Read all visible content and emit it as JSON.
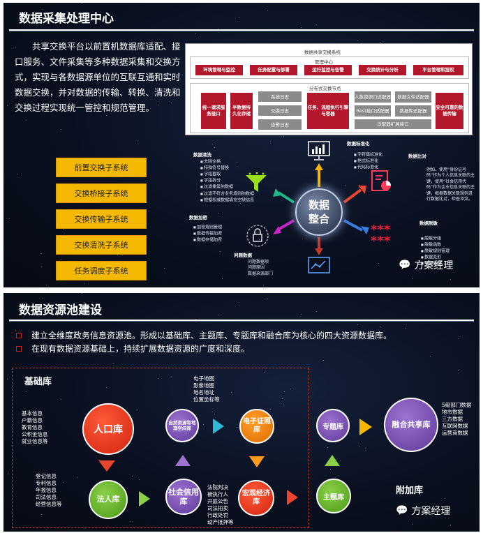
{
  "slide1": {
    "title": "数据采集处理中心",
    "paragraph": "共享交换平台以前置机数据库适配、接口服务、文件采集等多种数据采集和交换方式，实现与各数据源单位的互联互通和实时数据交换，并对数据的传输、转换、清洗和交换过程实现统一管控和规范管理。",
    "subsystems": [
      "前置交换子系统",
      "交换桥接子系统",
      "交换传输子系统",
      "交换清洗子系统",
      "任务调度子系统"
    ],
    "architecture": {
      "title": "数据共享交换系统",
      "mgmt_label": "管理中心",
      "mgmt_boxes": [
        "环境管理与监控",
        "任务配置与部署",
        "运行监控与告警",
        "交换统计与分析",
        "平台管理和授权"
      ],
      "dist_label": "分布式交换节点",
      "left_box": "统一请求服务接口",
      "second_box": "半数据持久化存储",
      "gray_col1": [
        "系统日志",
        "交换日志",
        "告警日志"
      ],
      "center_box": "任务、流程执行引擎与容器",
      "gray_col2": [
        "人数资源口适配器",
        "Rest接口适配器"
      ],
      "gray_col3": [
        "数据文件适配器",
        "数据库适配器"
      ],
      "bottom_gray": "适配器扩展接口",
      "right_box": "安全可靠的数据传输"
    },
    "integration": {
      "hub_line1": "数据",
      "hub_line2": "整合",
      "clean": {
        "title": "数据清洗",
        "items": [
          "去除空格",
          "特殊符号替换",
          "字段截取",
          "字段拆分",
          "过滤重复的数据",
          "过滤不符合业务规则的数据",
          "根据权威数据填充空缺信息"
        ]
      },
      "standard": {
        "title": "数据标准化",
        "items": [
          "字符集标准化",
          "格式标准化",
          "代码标准化"
        ]
      },
      "compare": {
        "title": "数据比对",
        "text": "例如、使用“身份证号码”作为个人信息关联的主键，使用“社会信用代码”作为企业信息关联的主键，根据数据关联规则进行数据比对，检查冲突。"
      },
      "encrypt": {
        "title": "数据加密",
        "items": [
          "加密规则管理",
          "数据传输加密",
          "数据存储加密"
        ]
      },
      "desens": {
        "title": "数据脱敏",
        "items": [
          "脱敏分级",
          "脱敏函数",
          "脱敏规则管理",
          "数据变形",
          "字段屏蔽"
        ]
      },
      "problem": {
        "title": "问题数据",
        "items": [
          "问题数据项",
          "问题原因",
          "数据来源部门"
        ]
      },
      "mask_symbol": "***"
    },
    "watermark": "方案经理"
  },
  "slide2": {
    "title": "数据资源池建设",
    "bullets": [
      "建立全维度政务信息资源池。形成以基础库、主题库、专题库和融合库为核心的四大资源数据库。",
      "在现有数据资源基础上，持续扩展数据资源的广度和深度。"
    ],
    "base_label": "基础库",
    "extra_label": "附加库",
    "nodes": {
      "population": "人口库",
      "legal": "法人库",
      "natural": "自然资源和地理空间库",
      "credit": "社会信用库",
      "elicense": "电子证照库",
      "macro": "宏观经济库",
      "special": "专题库",
      "theme": "主题库",
      "fusion": "融合共享库"
    },
    "texts": {
      "population_info": [
        "基本信息",
        "户籍信息",
        "教育信息",
        "公积金信息",
        "就业信息等"
      ],
      "legal_info": [
        "登记信息",
        "专利信息",
        "年报信息",
        "司法信息",
        "经营信息等"
      ],
      "geo_info": [
        "电子地图",
        "影像地图",
        "地名地址",
        "位置坐标等"
      ],
      "credit_info": [
        "法院判决",
        "被执行人",
        "开庭公告",
        "司法拍卖",
        "行政处罚",
        "动产抵押等"
      ],
      "fusion_info": [
        "S级部门数据",
        "地市数据",
        "三方数据",
        "互联网数据",
        "运营商数据"
      ]
    },
    "watermark": "方案经理"
  }
}
